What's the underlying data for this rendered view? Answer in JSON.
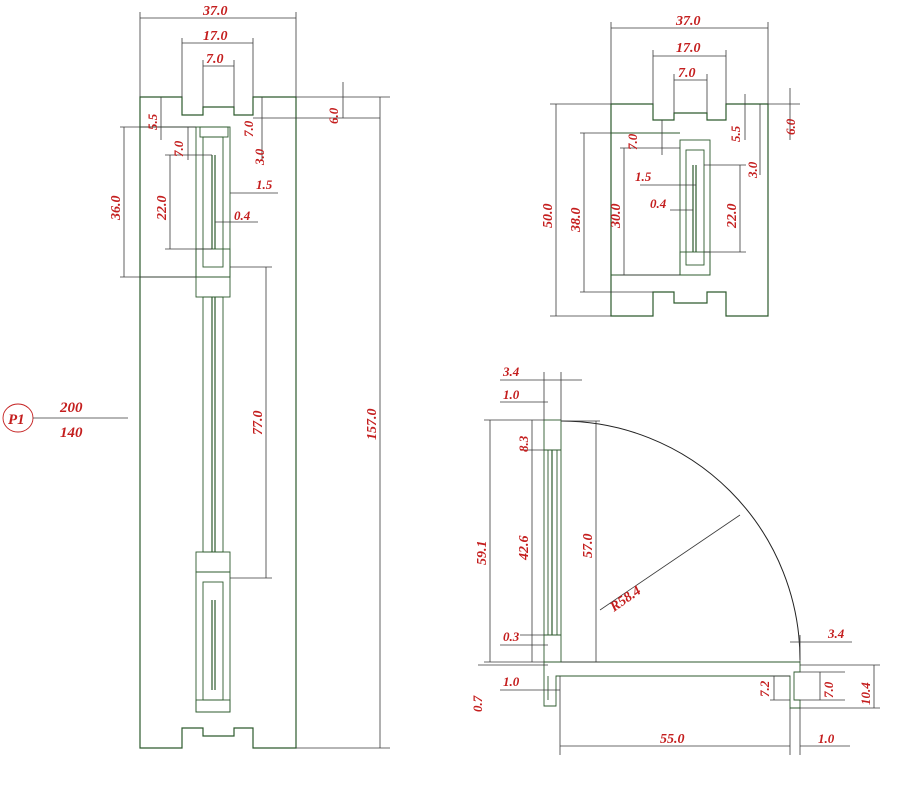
{
  "page": {
    "colors": {
      "outline": "#2d5a2d",
      "dimension_text": "#c41e1e",
      "dimension_line": "#3a3a3a",
      "background": "#ffffff"
    }
  },
  "tag": {
    "id": "P1",
    "top_value": "200",
    "bottom_value": "140"
  },
  "left_view": {
    "dims": {
      "width_total": "37.0",
      "width_inner": "17.0",
      "width_slot": "7.0",
      "step_left": "5.5",
      "step_right": "7.0",
      "step_right_small": "3.0",
      "top_offset": "6.0",
      "upper_block": "36.0",
      "upper_glass": "22.0",
      "upper_lip": "7.0",
      "gap_1": "1.5",
      "gap_2": "0.4",
      "mid_glass": "77.0",
      "total_height": "157.0"
    }
  },
  "right_top_view": {
    "dims": {
      "width_total": "37.0",
      "width_inner": "17.0",
      "width_slot": "7.0",
      "lip_left": "7.0",
      "step_right": "5.5",
      "top_offset": "6.0",
      "right_small": "3.0",
      "total_height": "50.0",
      "inner_height": "38.0",
      "glass_outer": "30.0",
      "glass_inner": "22.0",
      "gap_1": "1.5",
      "gap_2": "0.4"
    }
  },
  "door_swing_view": {
    "dims": {
      "top_width": "3.4",
      "top_gap": "1.0",
      "upper_step": "8.3",
      "outer_height": "59.1",
      "panel_height": "42.6",
      "leaf_height": "57.0",
      "radius": "R58.4",
      "bottom_gap": "0.3",
      "right_thickness": "3.4",
      "left_base": "0.7",
      "left_base_gap": "1.0",
      "base_step": "7.2",
      "right_step": "7.0",
      "right_total": "10.4",
      "span": "55.0",
      "right_gap": "1.0"
    }
  }
}
